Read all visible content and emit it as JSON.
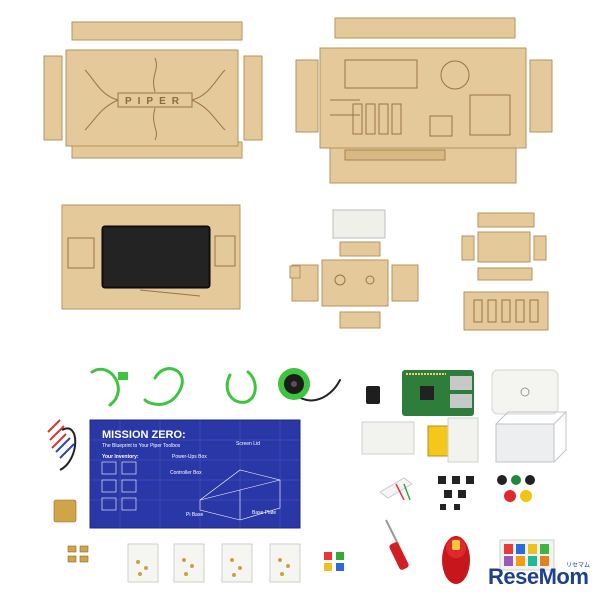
{
  "photo": {
    "description_free": true
  },
  "piper_engraving": "PIPER",
  "blueprint": {
    "title": "MISSION ZERO:",
    "subtitle": "The Blueprint to Your Piper Toolbox",
    "inventory_heading": "Your Inventory:",
    "labels": {
      "screen_lid": "Screen Lid",
      "power_ups_box": "Power-Ups Box",
      "controller_box": "Controller Box",
      "pi_base": "Pi Base",
      "base_plate": "Base Plate"
    }
  },
  "watermark": {
    "text": "ReseMom",
    "kana": "リセマム",
    "color": "#1f3f8f"
  },
  "colors": {
    "wood": "#e4c99a",
    "blueprint": "#2a37a6",
    "cable_green": "#3fc440"
  }
}
